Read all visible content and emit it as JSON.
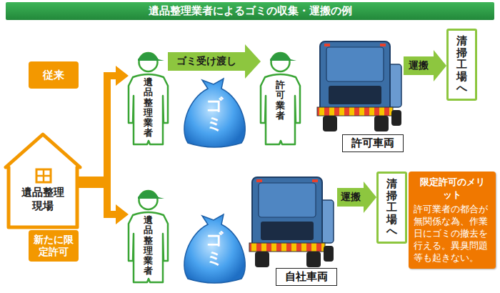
{
  "diagram": {
    "title": "遺品整理業者によるゴミの収集・運搬の例",
    "nodes": [
      {
        "text": [
          "遺品整理現場"
        ]
      },
      {
        "text": [
          "従来"
        ]
      },
      {
        "text": [
          "新たに限定許可"
        ]
      },
      {
        "text": [
          "遺品整理業者"
        ]
      },
      {
        "text": [
          "ゴミ"
        ]
      },
      {
        "text": [
          "許可業者"
        ]
      },
      {
        "text": [
          "許可車両"
        ]
      },
      {
        "text": [
          "清掃工場へ"
        ]
      },
      {
        "text": [
          "遺品整理業者"
        ]
      },
      {
        "text": [
          "ゴミ"
        ]
      },
      {
        "text": [
          "自社車両"
        ]
      },
      {
        "text": [
          "清掃工場へ"
        ]
      },
      {
        "text": [
          "限定許可のメリット",
          "許可業者の都合が無関係な為、作業日にゴミの撤去を行える。異臭問題等も起きない。"
        ]
      }
    ],
    "edges": [
      {
        "from": 0,
        "to": 3,
        "arrow": "to"
      },
      {
        "from": 0,
        "to": 8,
        "arrow": "to"
      },
      {
        "from": 3,
        "to": 5,
        "label": "ゴミ受け渡し",
        "arrow": "to"
      },
      {
        "from": 6,
        "to": 7,
        "label": "運搬",
        "arrow": "to"
      },
      {
        "from": 10,
        "to": 11,
        "label": "運搬",
        "arrow": "to"
      }
    ]
  }
}
